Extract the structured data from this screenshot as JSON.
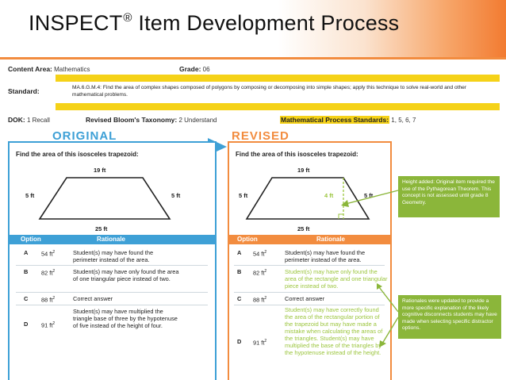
{
  "header": {
    "title": "INSPECT",
    "title_mark": "®",
    "title_rest": " Item Development Process"
  },
  "meta": {
    "content_area_label": "Content Area:",
    "content_area_value": "Mathematics",
    "grade_label": "Grade:",
    "grade_value": "06",
    "standard_label": "Standard:",
    "standard_value": "MA.6.G.M.4: Find the area of complex shapes composed of polygons by composing or decomposing into simple shapes; apply this technique to solve real-world and other mathematical problems.",
    "dok_label": "DOK:",
    "dok_value": "1 Recall",
    "blooms_label": "Revised Bloom's Taxonomy:",
    "blooms_value": "2 Understand",
    "mps_label": "Mathematical Process Standards:",
    "mps_value": "1, 5, 6, 7"
  },
  "original": {
    "heading": "ORIGINAL",
    "question": "Find the area of this isosceles trapezoid:",
    "top": "19 ft",
    "left": "5 ft",
    "right": "5 ft",
    "bottom": "25 ft",
    "option_header": "Option",
    "rationale_header": "Rationale",
    "rows": [
      {
        "letter": "A",
        "value": "54 ft",
        "unit_exp": "2",
        "rationale": "Student(s) may have found the perimeter instead of the area."
      },
      {
        "letter": "B",
        "value": "82 ft",
        "unit_exp": "2",
        "rationale": "Student(s) may have only found the area of one triangular piece instead of two."
      },
      {
        "letter": "C",
        "value": "88 ft",
        "unit_exp": "2",
        "rationale": "Correct answer"
      },
      {
        "letter": "D",
        "value": "91 ft",
        "unit_exp": "2",
        "rationale": "Student(s) may have multiplied the triangle base of three by the hypotenuse of five instead of the height of four."
      }
    ]
  },
  "revised": {
    "heading": "REVISED",
    "question": "Find the area of this isosceles trapezoid:",
    "top": "19 ft",
    "left": "5 ft",
    "height": "4 ft",
    "right": "5 ft",
    "bottom": "25 ft",
    "option_header": "Option",
    "rationale_header": "Rationale",
    "rows": [
      {
        "letter": "A",
        "value": "54 ft",
        "unit_exp": "2",
        "rationale": "Student(s) may have found the perimeter instead of the area."
      },
      {
        "letter": "B",
        "value": "82 ft",
        "unit_exp": "2",
        "rationale": "Student(s) may have only found the area of the rectangle and one triangular piece instead of two."
      },
      {
        "letter": "C",
        "value": "88 ft",
        "unit_exp": "2",
        "rationale": "Correct answer"
      },
      {
        "letter": "D",
        "value": "91 ft",
        "unit_exp": "2",
        "rationale": "Student(s) may have correctly found the area of the rectangular portion of the trapezoid but may have made a mistake when calculating the areas of the triangles. Student(s) may have multiplied the base of the triangles by the hypotenuse instead of the height."
      }
    ]
  },
  "notes": {
    "height_note": "Height added: Original item required the use of the Pythagorean Theorem. This concept is not assessed until grade 8 Geometry.",
    "rationale_note": "Rationales were updated to provide a more specific explanation of the likely cognitive disconnects students may have made when selecting specific distractor options."
  },
  "colors": {
    "blue": "#3ea0d6",
    "orange": "#f28c3f",
    "green": "#8bb63a",
    "yellow": "#f5d218"
  }
}
